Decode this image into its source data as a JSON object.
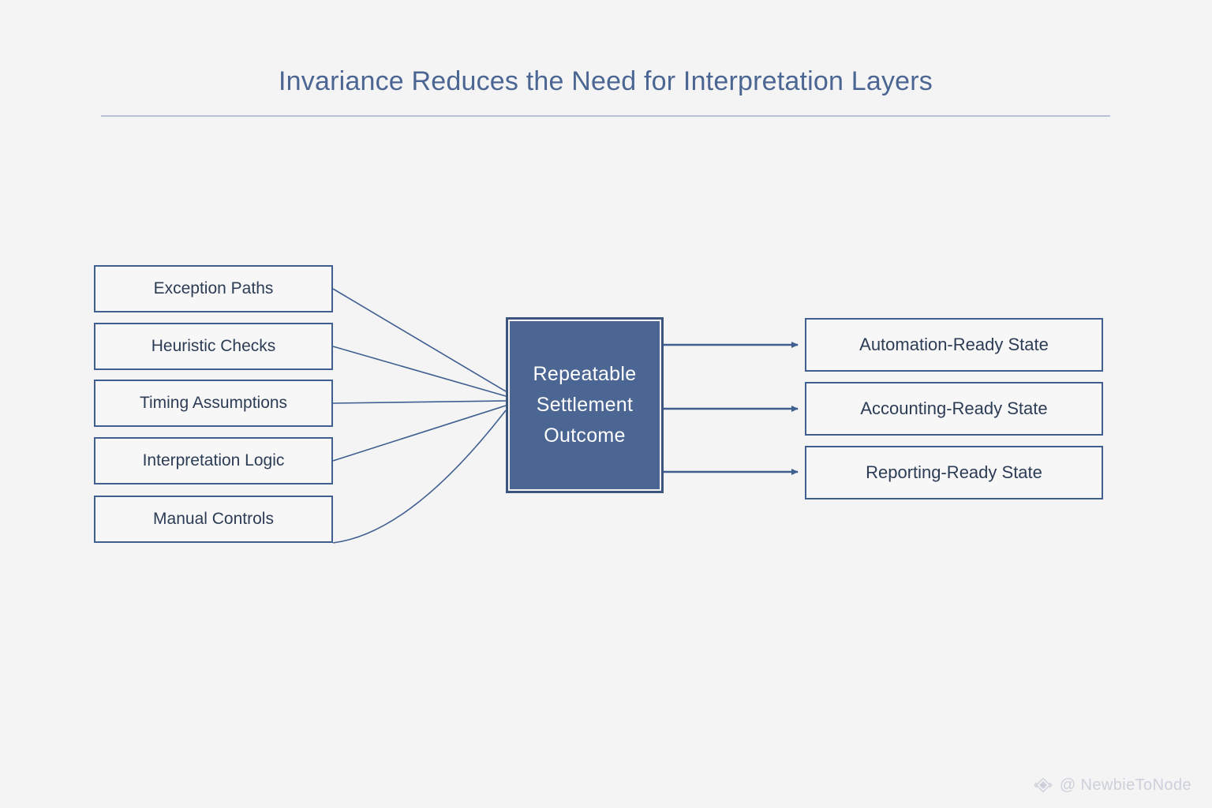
{
  "title": "Invariance Reduces the Need for Interpretation Layers",
  "colors": {
    "background": "#f4f4f4",
    "title_text": "#4b6693",
    "rule": "#b9c0d4",
    "box_border": "#3f5f91",
    "box_fill": "#f7f7f7",
    "box_text": "#2c3c55",
    "hub_fill": "#4c6694",
    "hub_border": "#3b557f",
    "hub_text": "#ffffff",
    "connector": "#3f5f91",
    "watermark": "#cdd0da"
  },
  "inputs": [
    {
      "label": "Exception Paths"
    },
    {
      "label": "Heuristic Checks"
    },
    {
      "label": "Timing Assumptions"
    },
    {
      "label": "Interpretation Logic"
    },
    {
      "label": "Manual Controls"
    }
  ],
  "hub": {
    "line1": "Repeatable",
    "line2": "Settlement",
    "line3": "Outcome"
  },
  "outputs": [
    {
      "label": "Automation-Ready State"
    },
    {
      "label": "Accounting-Ready State"
    },
    {
      "label": "Reporting-Ready State"
    }
  ],
  "watermark": {
    "icon": "diamond-logo-icon",
    "handle": "@ NewbieToNode"
  }
}
